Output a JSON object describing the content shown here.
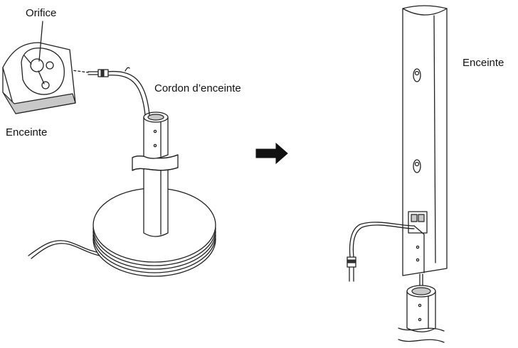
{
  "labels": {
    "orifice": "Orifice",
    "speaker_cord": "Cordon d’enceinte",
    "speaker_left": "Enceinte",
    "speaker_right": "Enceinte"
  },
  "icons": {
    "arrow": "right-arrow-icon"
  },
  "colors": {
    "line": "#222222",
    "fill": "#ffffff",
    "shade": "#c8c8c8"
  }
}
